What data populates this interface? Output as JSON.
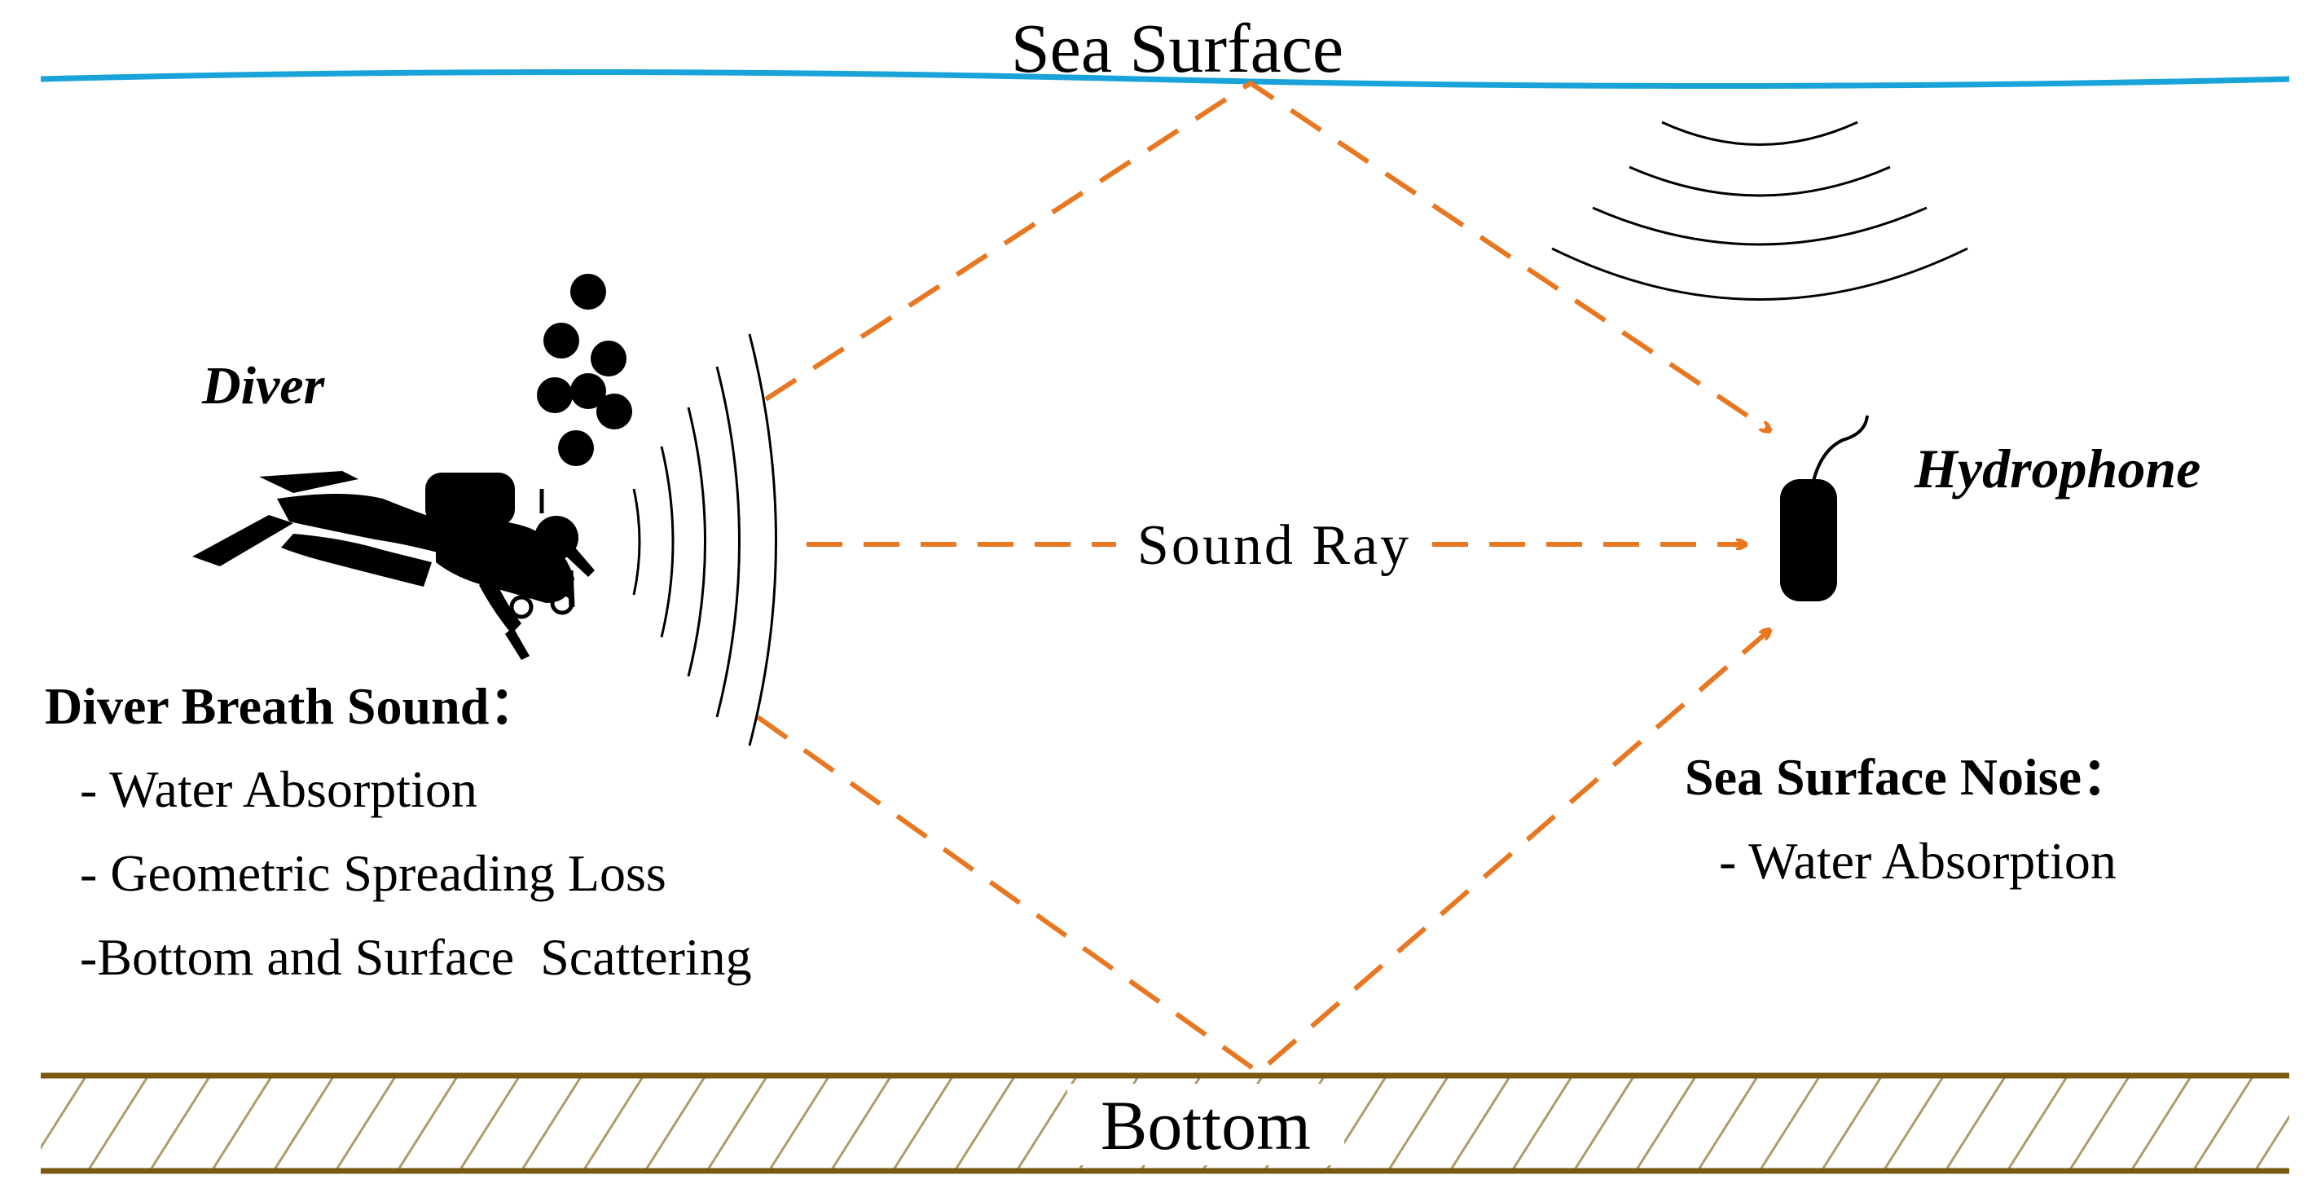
{
  "labels": {
    "sea_surface": "Sea Surface",
    "bottom": "Bottom",
    "diver": "Diver",
    "hydrophone": "Hydrophone",
    "sound_ray": "Sound Ray"
  },
  "diver_panel": {
    "heading": "Diver Breath Sound：",
    "items": [
      "- Water Absorption",
      "- Geometric Spreading Loss",
      "-Bottom and Surface  Scattering"
    ]
  },
  "noise_panel": {
    "heading": "Sea Surface Noise：",
    "items": [
      "- Water Absorption"
    ]
  },
  "colors": {
    "sea_surface_line": "#1aa3d9",
    "sound_ray": "#e87722",
    "bottom_line": "#7a5a10",
    "ink": "#000000"
  },
  "icons": [
    "diver-silhouette-icon",
    "bubble-icon",
    "hydrophone-icon",
    "sound-wave-arcs"
  ]
}
